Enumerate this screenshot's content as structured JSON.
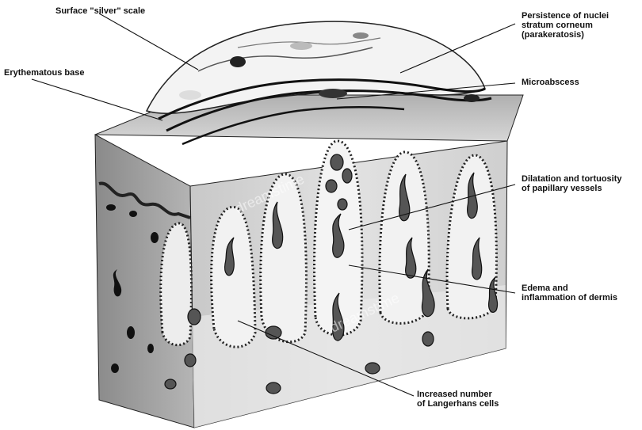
{
  "labels": {
    "surface_scale": "Surface \"silver\" scale",
    "erythematous_base": "Erythematous base",
    "parakeratosis": [
      "Persistence of nuclei",
      "stratum corneum",
      "(parakeratosis)"
    ],
    "microabscess": "Microabscess",
    "papillary_vessels": [
      "Dilatation and tortuosity",
      "of papillary vessels"
    ],
    "edema": [
      "Edema and",
      "inflammation of dermis"
    ],
    "langerhans": [
      "Increased number",
      "of Langerhans cells"
    ]
  },
  "watermark": "dreamstime",
  "colors": {
    "block_front": "#d9d9d9",
    "block_side": "#9a9a9a",
    "scale": "#f2f2f2",
    "ink": "#111111"
  }
}
